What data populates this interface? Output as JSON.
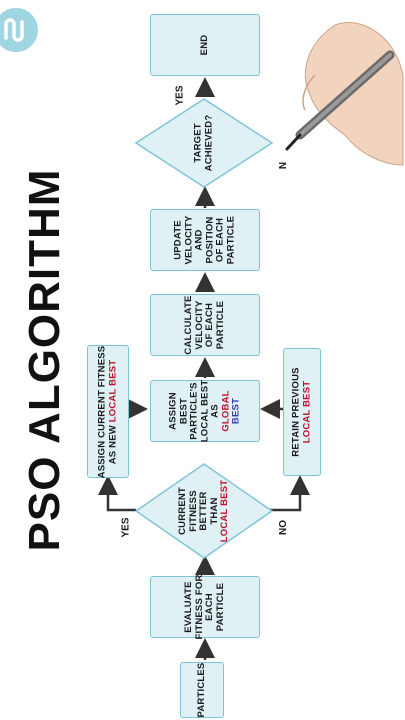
{
  "title": "PSO ALGORITHM",
  "nodes": {
    "particles": "PARTICLES",
    "evaluate": [
      "EVALUATE",
      "FITNESS FOR",
      "EACH",
      "PARTICLE"
    ],
    "decision_fitness": [
      "CURRENT",
      "FITNESS",
      "BETTER",
      "THAN"
    ],
    "decision_fitness_red": "LOCAL BEST",
    "assign_local_a": "ASSIGN CURRENT FITNESS",
    "assign_local_b": "AS NEW",
    "assign_local_red": "LOCAL BEST",
    "retain_a": "RETAIN PREVIOUS",
    "retain_red": "LOCAL BEST",
    "assign_global": [
      "ASSIGN",
      "BEST",
      "PARTICLE'S",
      "LOCAL BEST",
      "AS"
    ],
    "assign_global_blue": "GLOBAL",
    "assign_global_end": "BEST",
    "calc_velocity": [
      "CALCULATE",
      "VELOCITY",
      "OF EACH",
      "PARTICLE"
    ],
    "update": [
      "UPDATE",
      "VELOCITY",
      "AND",
      "POSITION",
      "OF EACH",
      "PARTICLE"
    ],
    "target": [
      "TARGET",
      "ACHIEVED?"
    ],
    "end": "END"
  },
  "edge_labels": {
    "yes_left": "YES",
    "no_right": "NO",
    "yes_top": "YES",
    "no_top": "N"
  },
  "colors": {
    "box_fill": "#dff1f5",
    "box_border": "#7fc4d6",
    "arrow": "#333333",
    "local_best_red": "#c0122b",
    "global_blue": "#3b3fae"
  }
}
